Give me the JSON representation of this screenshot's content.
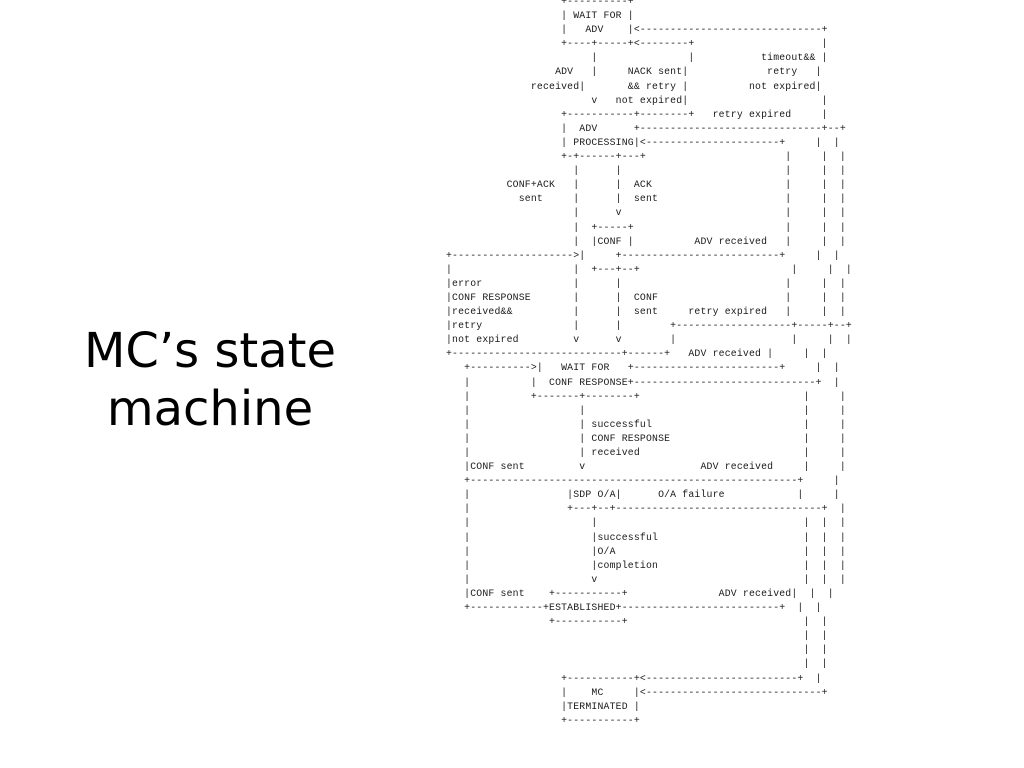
{
  "slide": {
    "title_lines": [
      "MC’s state",
      "machine"
    ]
  },
  "diagram": {
    "lines": [
      "                   +----------+",
      "                   | WAIT FOR |",
      "                   |   ADV    |<------------------------------+",
      "                   +----+-----+<--------+                     |",
      "                        |               |           timeout&& |",
      "                  ADV   |     NACK sent|             retry   |",
      "              received|       && retry |          not expired|",
      "                        v   not expired|                      |",
      "                   +-----------+--------+   retry expired     |",
      "                   |  ADV      +------------------------------+--+",
      "                   | PROCESSING|<----------------------+     |  |",
      "                   +-+------+---+                       |     |  |",
      "                     |      |                           |     |  |",
      "          CONF+ACK   |      |  ACK                      |     |  |",
      "            sent     |      |  sent                     |     |  |",
      "                     |      v                           |     |  |",
      "                     |  +-----+                         |     |  |",
      "                     |  |CONF |          ADV received   |     |  |",
      "+-------------------->|     +--------------------------+     |  |",
      "|                    |  +---+--+                         |     |  |",
      "|error               |      |                           |     |  |",
      "|CONF RESPONSE       |      |  CONF                     |     |  |",
      "|received&&          |      |  sent     retry expired   |     |  |",
      "|retry               |      |        +-------------------+-----+--+",
      "|not expired         v      v        |                   |     |  |",
      "+----------------------------+------+   ADV received |     |  |",
      "   +---------->|   WAIT FOR   +------------------------+     |  |",
      "   |          |  CONF RESPONSE+------------------------------+  |",
      "   |          +-------+--------+                           |     |",
      "   |                  |                                    |     |",
      "   |                  | successful                         |     |",
      "   |                  | CONF RESPONSE                      |     |",
      "   |                  | received                           |     |",
      "   |CONF sent         v                   ADV received     |     |",
      "   +------------------------------------------------------+     |",
      "   |                |SDP O/A|      O/A failure            |     |",
      "   |                +---+--+----------------------------------+  |",
      "   |                    |                                  |  |  |",
      "   |                    |successful                        |  |  |",
      "   |                    |O/A                               |  |  |",
      "   |                    |completion                        |  |  |",
      "   |                    v                                  |  |  |",
      "   |CONF sent    +-----------+               ADV received|  |  |",
      "   +------------+ESTABLISHED+--------------------------+  |  |",
      "                 +-----------+                             |  |",
      "                                                           |  |",
      "                                                           |  |",
      "                                                           |  |",
      "                   +-----------+<-------------------------+  |",
      "                   |    MC     |<-----------------------------+",
      "                   |TERMINATED |",
      "                   +-----------+"
    ]
  }
}
